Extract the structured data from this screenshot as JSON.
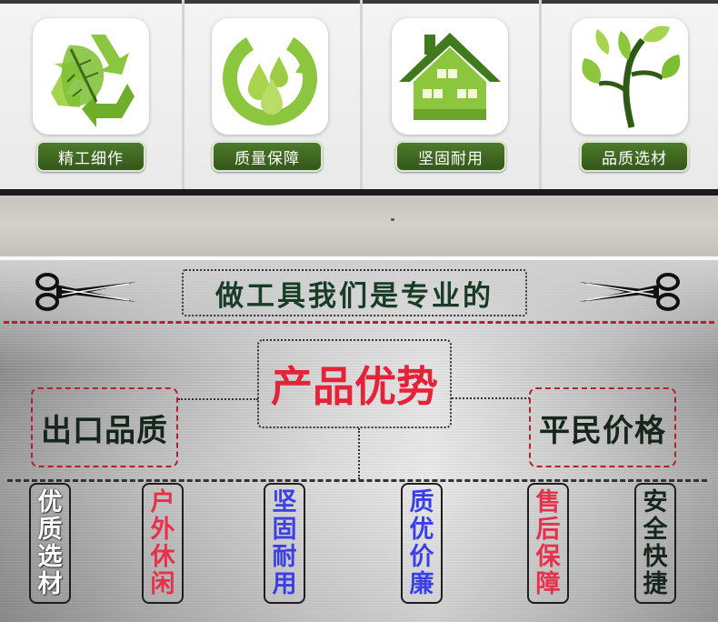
{
  "features": [
    {
      "label": "精工细作",
      "icon": "recycle-leaf-icon"
    },
    {
      "label": "质量保障",
      "icon": "water-drop-cycle-icon"
    },
    {
      "label": "坚固耐用",
      "icon": "green-house-icon"
    },
    {
      "label": "品质选材",
      "icon": "growing-plant-icon"
    }
  ],
  "headline": "做工具我们是专业的",
  "advantage_title": "产品优势",
  "left_group": "出口品质",
  "right_group": "平民价格",
  "columns": [
    {
      "chars": [
        "优",
        "质",
        "选",
        "材"
      ],
      "color": "#ffffff"
    },
    {
      "chars": [
        "户",
        "外",
        "休",
        "闲"
      ],
      "color": "#e8304a"
    },
    {
      "chars": [
        "坚",
        "固",
        "耐",
        "用"
      ],
      "color": "#3a3fe6"
    },
    {
      "chars": [
        "质",
        "优",
        "价",
        "廉"
      ],
      "color": "#3a3fe6"
    },
    {
      "chars": [
        "售",
        "后",
        "保",
        "障"
      ],
      "color": "#e8304a"
    },
    {
      "chars": [
        "安",
        "全",
        "快",
        "捷"
      ],
      "color": "#16261c"
    }
  ],
  "colors": {
    "accent_green": "#4d7a2a",
    "accent_red": "#e42238",
    "dark_green": "#183c26"
  }
}
